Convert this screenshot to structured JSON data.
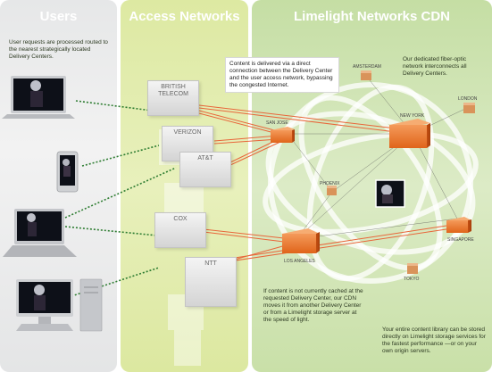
{
  "panels": {
    "users": {
      "title": "Users",
      "note": "User requests are processed routed to the nearest strategically located Delivery Centers."
    },
    "access": {
      "title": "Access Networks",
      "isps": [
        "BRITISH TELECOM",
        "VERIZON",
        "AT&T",
        "COX",
        "NTT"
      ]
    },
    "cdn": {
      "title": "Limelight Networks CDN",
      "fiber_note": "Our dedicated fiber-optic network interconnects all Delivery Centers.",
      "cache_note": "If content is not currently cached at the requested Delivery Center, our CDN moves it from another Delivery Center or from a Limelight storage server at the speed of light.",
      "storage_note": "Your entire content library can be stored directly on Limelight storage services for the fastest performance —or on your own origin servers."
    }
  },
  "callout": "Content is delivered via a direct connection between the Delivery Center and the user access network, bypassing the congested Internet.",
  "cities": {
    "amsterdam": "AMSTERDAM",
    "london": "LONDON",
    "new_york": "NEW YORK",
    "san_jose": "SAN JOSE",
    "phoenix": "PHOENIX",
    "singapore": "SINGAPORE",
    "los_angeles": "LOS ANGELES",
    "tokyo": "TOKYO"
  },
  "colors": {
    "users_panel": "#e6e7e8",
    "access_panel": "#e2ecb0",
    "cdn_panel": "#d2e5b6",
    "delivery_center": "#e06a1e",
    "storage_box": "#d9935a",
    "connection_dots": "#2e7d32",
    "direct_lines": "#e8663a"
  },
  "icons": {
    "laptop": "laptop-icon",
    "phone": "phone-icon",
    "desktop": "desktop-computer-icon",
    "delivery_center": "delivery-center-cube",
    "storage_server": "storage-server-cube"
  }
}
